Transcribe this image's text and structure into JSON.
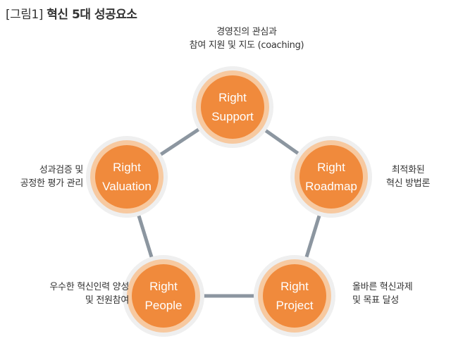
{
  "title": {
    "prefix": "[그림1]",
    "text": "혁신 5대 성공요소"
  },
  "colors": {
    "node_fill": "#F08A3C",
    "node_ring": "#F7C9A0",
    "node_outer": "#EFEFEF",
    "connector": "#8C96A0",
    "text": "#333333",
    "node_text": "#FFFFFF"
  },
  "nodes": [
    {
      "line1": "Right",
      "line2": "Support",
      "desc": [
        "경영진의 관심과",
        "참여 지원 및 지도 (coaching)"
      ]
    },
    {
      "line1": "Right",
      "line2": "Roadmap",
      "desc": [
        "최적화된",
        "혁신 방법론"
      ]
    },
    {
      "line1": "Right",
      "line2": "Project",
      "desc": [
        "올바른 혁신과제",
        "및 목표 달성"
      ]
    },
    {
      "line1": "Right",
      "line2": "People",
      "desc": [
        "우수한 혁신인력 양성",
        "및 전원참여"
      ]
    },
    {
      "line1": "Right",
      "line2": "Valuation",
      "desc": [
        "성과검증 및",
        "공정한 평가 관리"
      ]
    }
  ]
}
